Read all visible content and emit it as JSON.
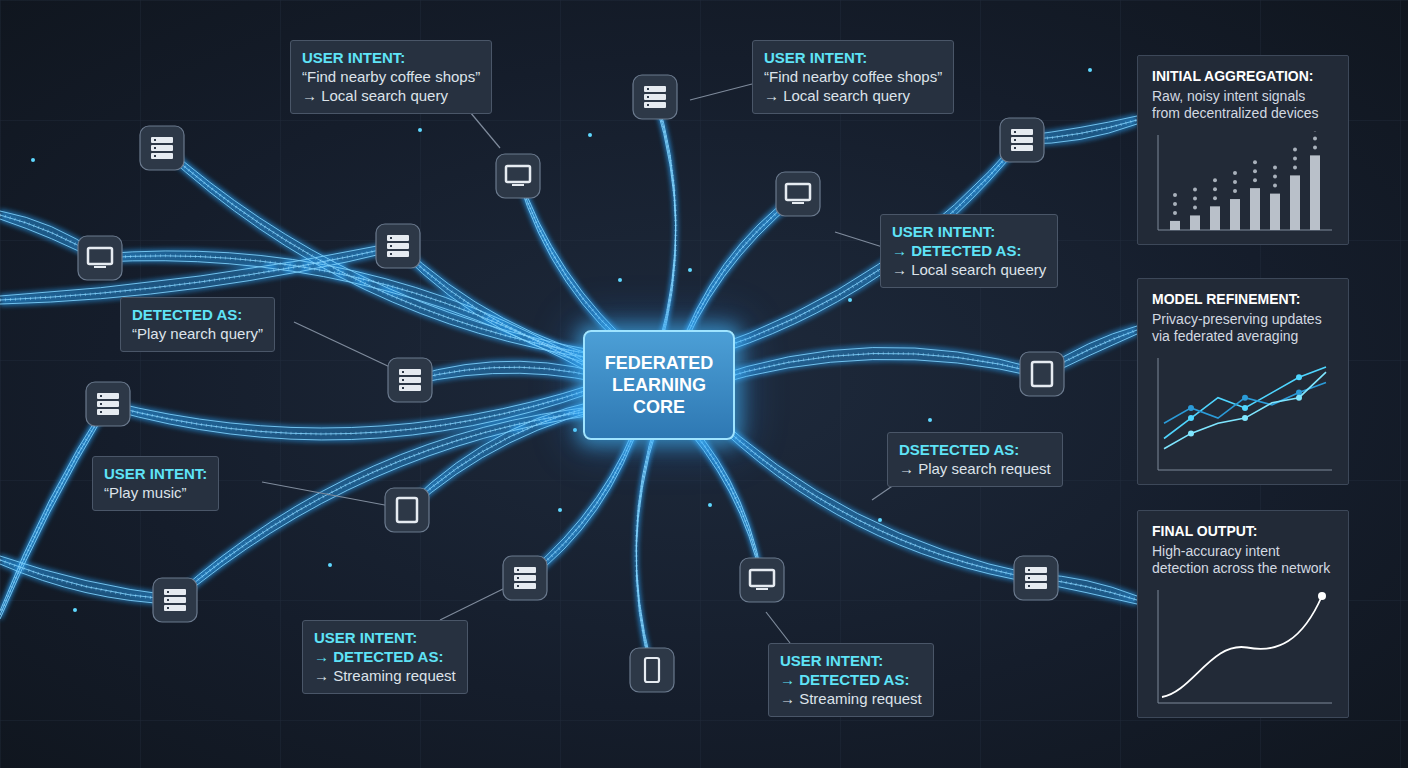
{
  "diagram": {
    "nodes": [
      {
        "text": [
          "USER INTENT:",
          "“Find nearby coffee shops”",
          "→ Local search query"
        ]
      },
      {
        "text": [
          "USER INTENT:",
          "“Find nearby coffee shops”",
          "→ Local search query"
        ]
      },
      {
        "text": [
          "USER INTENT:",
          "→ DETECTED AS:",
          "→ Local search queery"
        ]
      },
      {
        "text": [
          "DETECTED AS:",
          "“Play nearch query”"
        ]
      },
      {
        "text": [
          "FEDERATED LEARNING CORE"
        ]
      },
      {
        "text": [
          "DSETECTED AS:",
          "→ Play search request"
        ]
      },
      {
        "text": [
          "USER INTENT:",
          "“Play music”"
        ]
      },
      {
        "text": [
          "USER INTENT:",
          "→ DETECTED AS:",
          "→ Streaming request"
        ]
      },
      {
        "text": [
          "USER INTENT:",
          "→ DETECTED AS:",
          "→ Streaming request"
        ]
      },
      {
        "text": [
          "INITIAL AGGREGATION:",
          "Raw, noisy intent signals from decentralized devices"
        ]
      },
      {
        "text": [
          "MODEL REFINEMENT:",
          "Privacy-preserving updates via federated averaging"
        ]
      },
      {
        "text": [
          "FINAL OUTPUT:",
          "High-accuracy intent detection across the network"
        ]
      }
    ]
  }
}
